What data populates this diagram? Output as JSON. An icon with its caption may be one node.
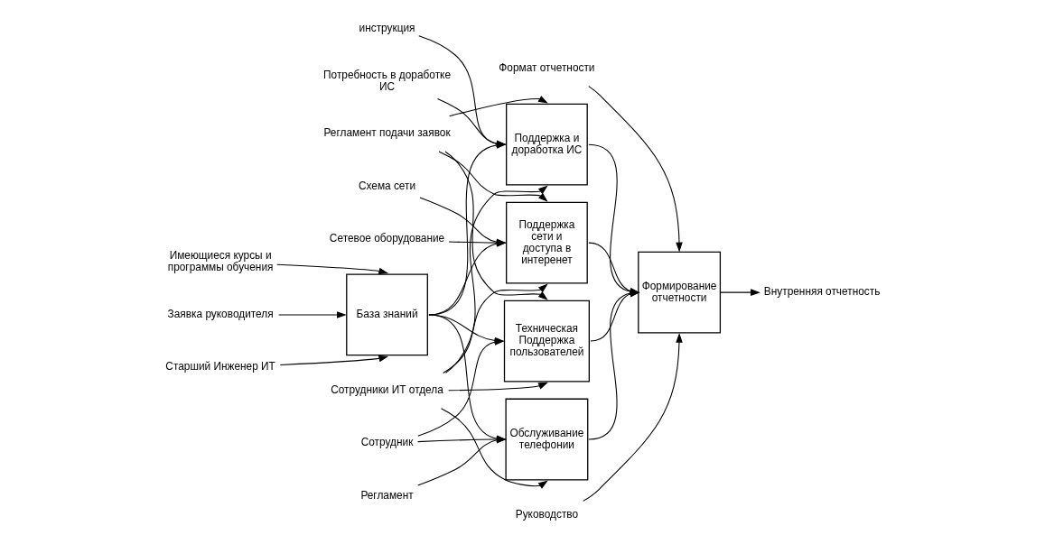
{
  "diagram": {
    "nodes": [
      {
        "text": [
          "Имеющиеся курсы и программы обучения"
        ]
      },
      {
        "text": [
          "Регламент подачи заявок"
        ]
      },
      {
        "text": [
          "Регламент"
        ]
      },
      {
        "text": [
          "Обслуживание телефонии"
        ]
      },
      {
        "text": [
          "Формат отчетности"
        ]
      },
      {
        "text": [
          "инструкция"
        ]
      },
      {
        "text": [
          "Заявка руководителя"
        ]
      },
      {
        "text": [
          "База знаний"
        ]
      },
      {
        "text": [
          "Поддержка и доработка ИС"
        ]
      },
      {
        "text": [
          "Формирование отчетности"
        ]
      },
      {
        "text": [
          "Внутренняя отчетность"
        ]
      },
      {
        "text": [
          "Потребность в доработке ИС"
        ]
      },
      {
        "text": [
          "Техническая Поддержка пользователей"
        ]
      },
      {
        "text": [
          "Сотрудник"
        ]
      },
      {
        "text": [
          "Схема сети"
        ]
      },
      {
        "text": [
          "Поддержка сети и доступа в интеренет"
        ]
      },
      {
        "text": [
          "Сетевое оборудование"
        ]
      },
      {
        "text": [
          "Руководство"
        ]
      },
      {
        "text": [
          "Старший Инженер ИТ"
        ]
      },
      {
        "text": [
          "Сотрудники ИТ отдела"
        ]
      }
    ],
    "edges": [
      {
        "from": 0,
        "to": 7,
        "arrow": "to"
      },
      {
        "from": 6,
        "to": 7,
        "arrow": "to"
      },
      {
        "from": 18,
        "to": 7,
        "arrow": "to"
      },
      {
        "from": 7,
        "to": 8,
        "arrow": "to"
      },
      {
        "from": 7,
        "to": 3,
        "arrow": "to"
      },
      {
        "from": 7,
        "to": 12,
        "arrow": "to"
      },
      {
        "from": 7,
        "to": 15,
        "arrow": "to"
      },
      {
        "from": 11,
        "to": 8,
        "arrow": "to"
      },
      {
        "from": 13,
        "to": 12,
        "arrow": "to"
      },
      {
        "from": 13,
        "to": 3,
        "arrow": "to"
      },
      {
        "from": 2,
        "to": 3,
        "arrow": "to"
      },
      {
        "from": 1,
        "to": 8,
        "arrow": "to"
      },
      {
        "from": 1,
        "to": 12,
        "arrow": "to"
      },
      {
        "from": 1,
        "to": 15,
        "arrow": "to"
      },
      {
        "from": 5,
        "to": 8,
        "arrow": "to"
      },
      {
        "from": 14,
        "to": 15,
        "arrow": "to"
      },
      {
        "from": 16,
        "to": 15,
        "arrow": "to"
      },
      {
        "from": 19,
        "to": 15,
        "arrow": "to"
      },
      {
        "from": 19,
        "to": 3,
        "arrow": "to"
      },
      {
        "from": 19,
        "to": 12,
        "arrow": "to"
      },
      {
        "from": 19,
        "to": 8,
        "arrow": "to"
      },
      {
        "from": 3,
        "to": 9,
        "arrow": "to"
      },
      {
        "from": 8,
        "to": 9,
        "arrow": "to"
      },
      {
        "from": 12,
        "to": 9,
        "arrow": "to"
      },
      {
        "from": 15,
        "to": 9,
        "arrow": "to"
      },
      {
        "from": 4,
        "to": 9,
        "arrow": "to"
      },
      {
        "from": 17,
        "to": 9,
        "arrow": "to"
      },
      {
        "from": 9,
        "to": 10,
        "arrow": "to"
      }
    ]
  }
}
